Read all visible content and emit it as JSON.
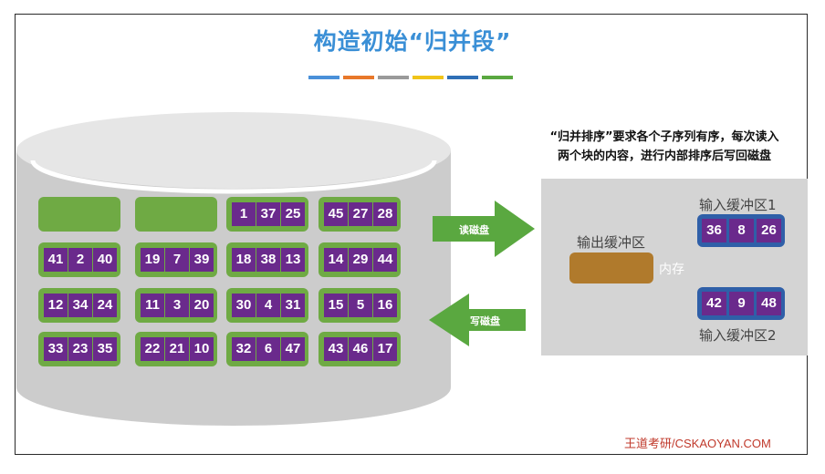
{
  "title": "构造初始“归并段”",
  "title_bar_colors": [
    "#4a90d9",
    "#e8782a",
    "#9a9a9a",
    "#f0c419",
    "#2f6fb6",
    "#5aa840"
  ],
  "note_line1": "“归并排序”要求各个子序列有序，每次读入",
  "note_line2": "两个块的内容，进行内部排序后写回磁盘",
  "read_label": "读磁盘",
  "write_label": "写磁盘",
  "output_buffer_label": "输出缓冲区",
  "memory_label": "内存",
  "input_buffer1_label": "输入缓冲区1",
  "input_buffer2_label": "输入缓冲区2",
  "input_buffer1_values": [
    "36",
    "8",
    "26"
  ],
  "input_buffer2_values": [
    "42",
    "9",
    "48"
  ],
  "disk_blocks": [
    [
      [],
      [],
      [
        "1",
        "37",
        "25"
      ],
      [
        "45",
        "27",
        "28"
      ]
    ],
    [
      [
        "41",
        "2",
        "40"
      ],
      [
        "19",
        "7",
        "39"
      ],
      [
        "18",
        "38",
        "13"
      ],
      [
        "14",
        "29",
        "44"
      ]
    ],
    [
      [
        "12",
        "34",
        "24"
      ],
      [
        "11",
        "3",
        "20"
      ],
      [
        "30",
        "4",
        "31"
      ],
      [
        "15",
        "5",
        "16"
      ]
    ],
    [
      [
        "33",
        "23",
        "35"
      ],
      [
        "22",
        "21",
        "10"
      ],
      [
        "32",
        "6",
        "47"
      ],
      [
        "43",
        "46",
        "17"
      ]
    ]
  ],
  "footer": "王道考研/CSKAOYAN.COM",
  "colors": {
    "block_green": "#6faa44",
    "cell_purple": "#6a2a8c",
    "input_buffer_blue": "#2f5fa8",
    "output_buffer_brown": "#b07a2c",
    "memory_gray": "#d4d4d4",
    "arrow_green": "#5aa840"
  }
}
